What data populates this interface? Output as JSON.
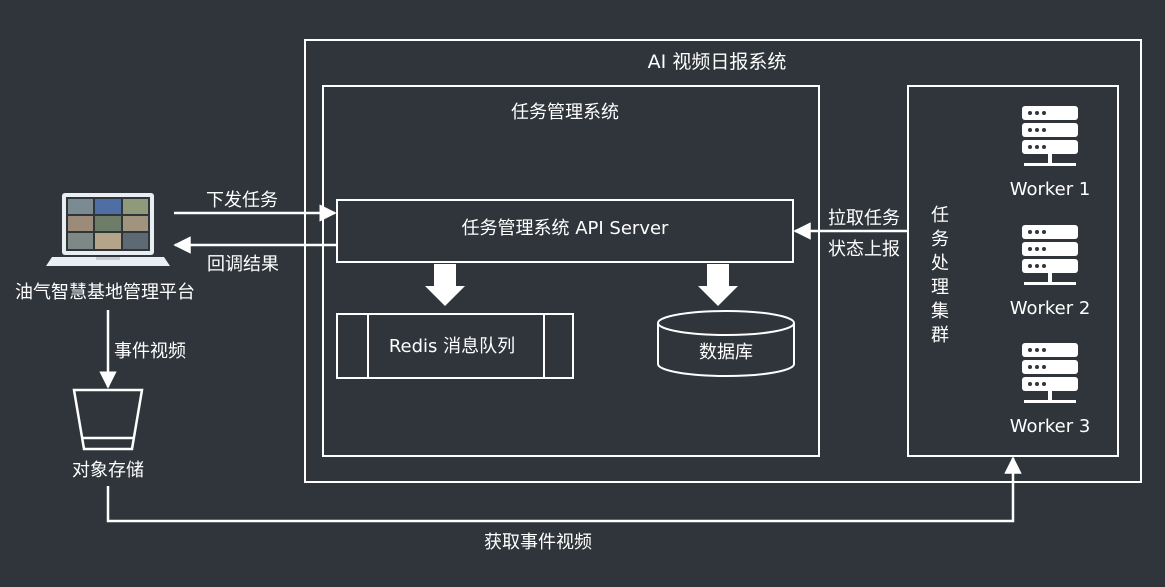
{
  "diagram": {
    "outer_system_title": "AI 视频日报系统",
    "task_management": {
      "title": "任务管理系统",
      "api_server_label": "任务管理系统 API Server",
      "queue_label": "Redis 消息队列",
      "database_label": "数据库"
    },
    "worker_cluster": {
      "title_chars": [
        "任",
        "务",
        "处",
        "理",
        "集",
        "群"
      ],
      "workers": [
        "Worker 1",
        "Worker 2",
        "Worker 3"
      ]
    },
    "client": {
      "label": "油气智慧基地管理平台"
    },
    "storage": {
      "label": "对象存储"
    },
    "edges": {
      "dispatch_task": "下发任务",
      "callback_result": "回调结果",
      "pull_task": "拉取任务",
      "report_status": "状态上报",
      "event_video": "事件视频",
      "fetch_event_video": "获取事件视频"
    },
    "colors": {
      "background": "#2f353b",
      "foreground": "#ffffff"
    }
  }
}
